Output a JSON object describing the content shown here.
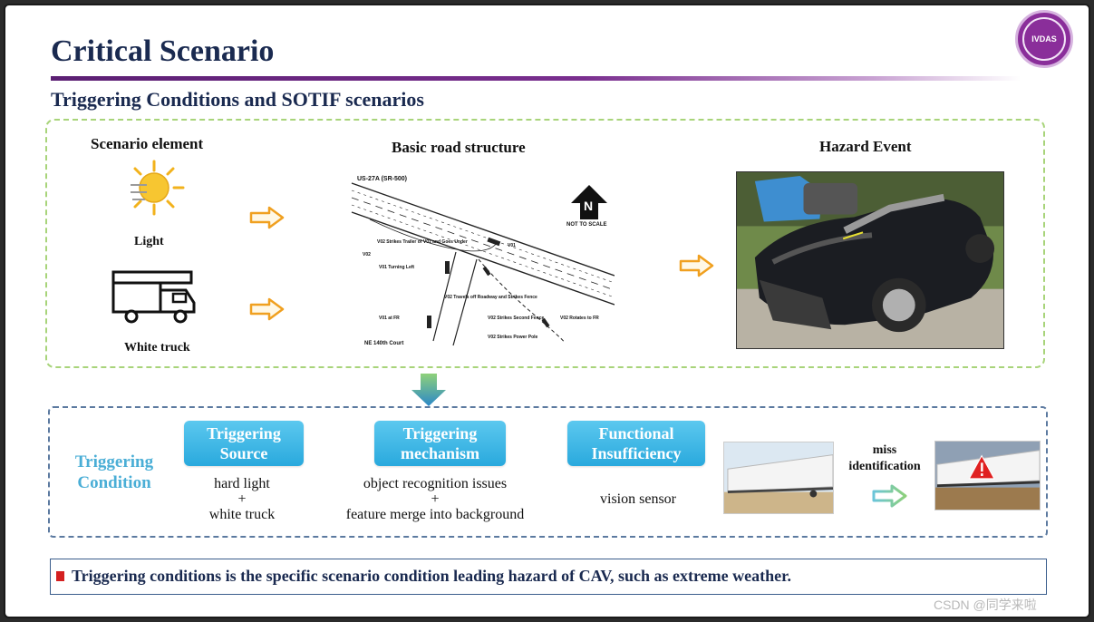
{
  "slide": {
    "title": "Critical Scenario",
    "subtitle": "Triggering Conditions and SOTIF scenarios",
    "logo_text": "IVDAS"
  },
  "top_panel": {
    "scenario_element_heading": "Scenario element",
    "light_label": "Light",
    "truck_label": "White truck",
    "road_heading": "Basic road structure",
    "hazard_heading": "Hazard Event",
    "map": {
      "road_name": "US-27A (SR-500)",
      "north_label": "N",
      "scale_note": "NOT TO SCALE",
      "labels": [
        "V02",
        "V02 Strikes Trailer of V01 and Goes Under",
        "V01",
        "V01 Turning Left",
        "V02 Travels off Roadway and Strikes Fence",
        "V01 at FR",
        "V02 Strikes Second Fence",
        "V02 Strikes Power Pole",
        "V02 Rotates to FR",
        "NE 140th Court"
      ]
    }
  },
  "bottom_panel": {
    "condition_label": "Triggering Condition",
    "boxes": [
      {
        "line1": "Triggering",
        "line2": "Source",
        "desc": [
          "hard light",
          "+",
          "white truck"
        ]
      },
      {
        "line1": "Triggering",
        "line2": "mechanism",
        "desc": [
          "object recognition issues",
          "+",
          "feature merge into background"
        ]
      },
      {
        "line1": "Functional",
        "line2": "Insufficiency",
        "desc": [
          "vision sensor"
        ]
      }
    ],
    "miss_label": "miss identification"
  },
  "note": "Triggering conditions is the specific scenario condition leading hazard of CAV, such as extreme weather.",
  "watermark": "CSDN @同学来啦",
  "colors": {
    "title": "#1a2a50",
    "accent_purple": "#7a2f8f",
    "blue_box": "#29a9dd",
    "condition_text": "#4aaed6",
    "arrow_orange": "#f0a020",
    "top_border": "#a8d47a",
    "bottom_border": "#5c7aa0",
    "bullet_red": "#d42020"
  }
}
